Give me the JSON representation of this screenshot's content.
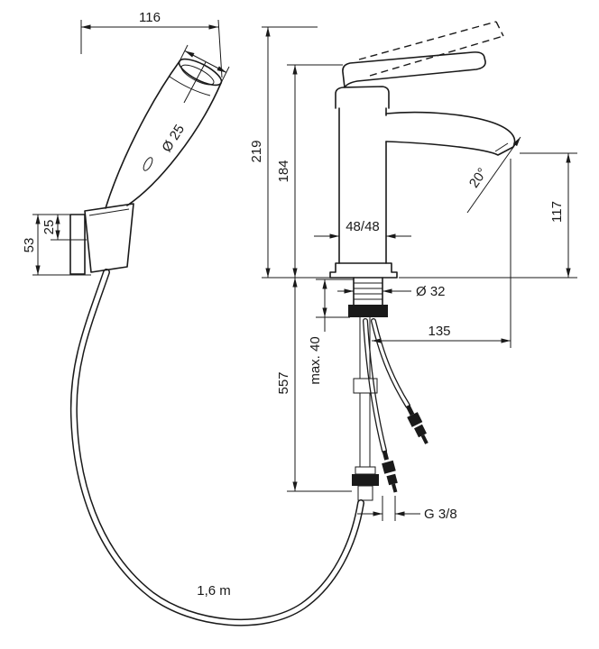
{
  "page": {
    "background_color": "#ffffff",
    "line_color": "#1a1a1a",
    "kind": "technical dimension drawing, basin mixer with hand shower set"
  },
  "drawing": {
    "labels": {
      "sprayer_projection": "116",
      "sprayer_head_diameter": "Ø 25",
      "holder_height": "53",
      "holder_depth": "25",
      "faucet_total_height": "219",
      "faucet_handle_height": "184",
      "body_section": "48/48",
      "spout_angle": "20°",
      "spout_outlet_height": "117",
      "shank_diameter": "Ø 32",
      "spout_reach": "135",
      "max_deck_thickness": "max. 40",
      "below_deck_length": "557",
      "connection_thread": "G 3/8",
      "hose_length": "1,6 m"
    }
  }
}
